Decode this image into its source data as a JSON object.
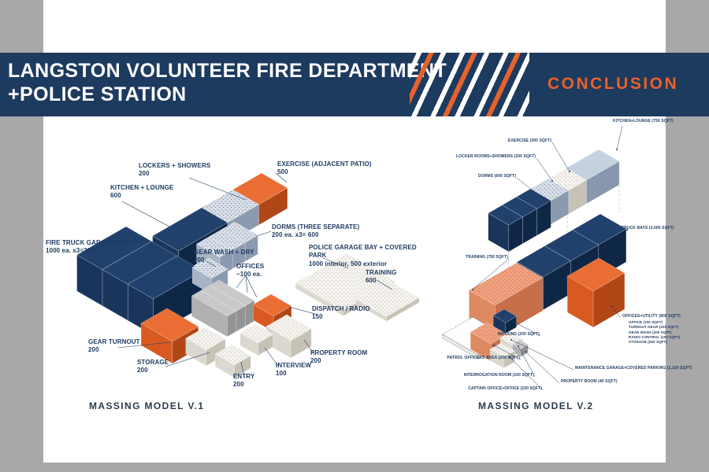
{
  "header": {
    "title_line1": "LANGSTON VOLUNTEER FIRE DEPARTMENT",
    "title_line2": "+POLICE STATION",
    "section": "CONCLUSION"
  },
  "colors": {
    "navy": "#1d3a5f",
    "orange": "#e8622b"
  },
  "v1": {
    "caption": "MASSING MODEL V.1",
    "labels": [
      {
        "text": "LOCKERS + SHOWERS",
        "value": "200"
      },
      {
        "text": "EXERCISE (ADJACENT PATIO)",
        "value": "500"
      },
      {
        "text": "KITCHEN + LOUNGE",
        "value": "600"
      },
      {
        "text": "DORMS (THREE SEPARATE)",
        "value": "200 ea. x3= 600"
      },
      {
        "text": "FIRE TRUCK GARAGE BAYS",
        "value": "1000 ea. x3=3000"
      },
      {
        "text": "GEAR WASH + DRY",
        "value": "200"
      },
      {
        "text": "OFFICES",
        "value": "~100 ea."
      },
      {
        "text": "POLICE GARAGE BAY + COVERED PARK",
        "value": "1000 interior, 500 exterior"
      },
      {
        "text": "TRAINING",
        "value": "600"
      },
      {
        "text": "DISPATCH / RADIO",
        "value": "150"
      },
      {
        "text": "GEAR TURNOUT",
        "value": "200"
      },
      {
        "text": "STORAGE",
        "value": "200"
      },
      {
        "text": "ENTRY",
        "value": "200"
      },
      {
        "text": "INTERVIEW",
        "value": "100"
      },
      {
        "text": "PROPERTY ROOM",
        "value": "200"
      }
    ]
  },
  "v2": {
    "caption": "MASSING MODEL V.2",
    "labels": [
      {
        "text": "KITCHEN+LOUNGE (750 SQFT)"
      },
      {
        "text": "EXERCISE (300 SQFT)"
      },
      {
        "text": "LOCKER ROOMS+SHOWERS (200 SQFT)"
      },
      {
        "text": "DORMS (600 SQFT)"
      },
      {
        "text": "TRUCK BAYS (3,000 SQFT)"
      },
      {
        "text": "TRAINING (750 SQFT)"
      },
      {
        "text": "OFFICES+UTILITY (800 SQFT)",
        "sub": [
          "OFFICE (100 SQFT)",
          "TURNOUT GEAR (200 SQFT)",
          "GEAR WASH (200 SQFT)",
          "RADIO CONTROL (100 SQFT)",
          "STORAGE (200 SQFT)"
        ]
      },
      {
        "text": "IMPOUND (200 SQFT)"
      },
      {
        "text": "PATROL OFFICERS AREA (200 SQFT)"
      },
      {
        "text": "INTERROGATION ROOM (100 SQFT)"
      },
      {
        "text": "CAPTAIN OFFICE+OFFICE (220 SQFT)"
      },
      {
        "text": "MAINTENANCE GARAGE+COVERED PARKING (1,100 SQFT)"
      },
      {
        "text": "PROPERTY ROOM (40 SQFT)"
      }
    ]
  }
}
